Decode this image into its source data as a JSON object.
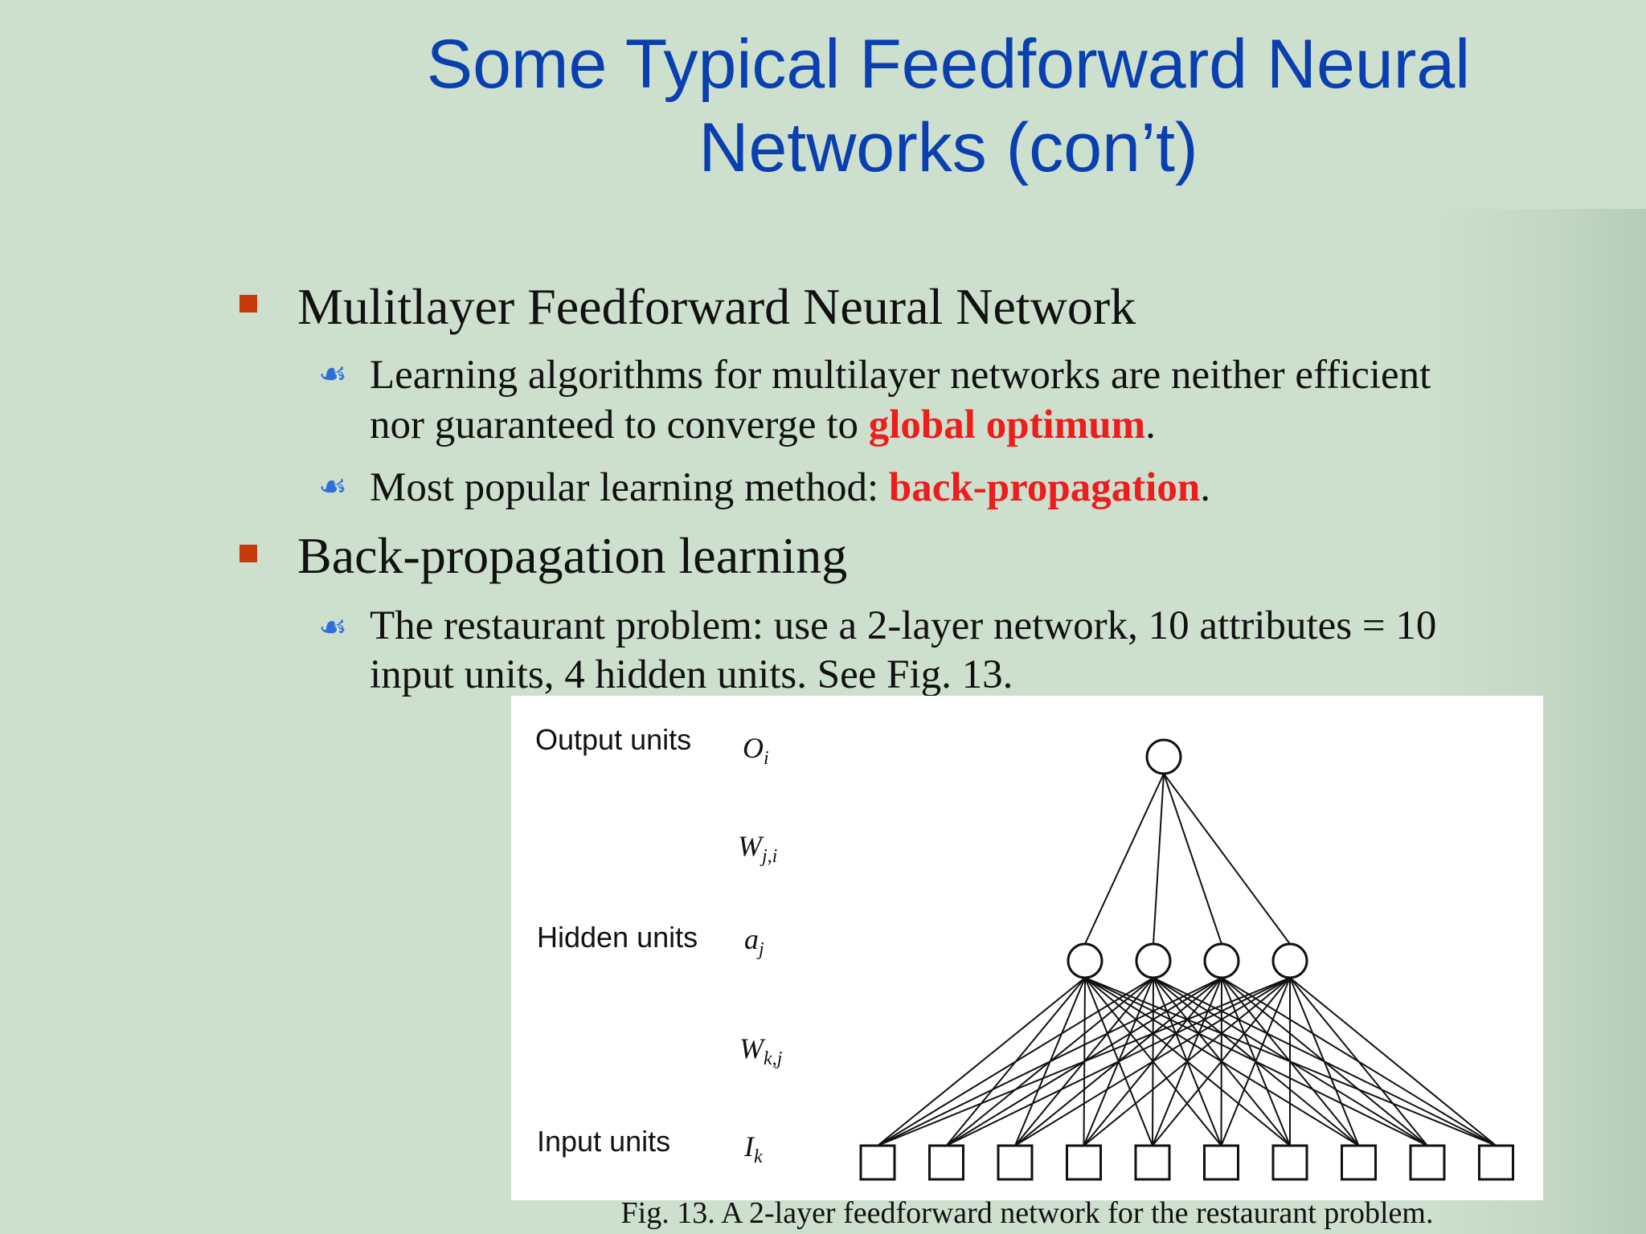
{
  "slide": {
    "title_line1": "Some Typical Feedforward Neural",
    "title_line2": "Networks (con’t)"
  },
  "bullets": [
    {
      "text": "Mulitlayer Feedforward Neural Network",
      "subs": [
        {
          "line1": "Learning algorithms for multilayer networks are neither efficient",
          "line2_pre": "nor guaranteed to converge to ",
          "line2_em": "global optimum",
          "line2_post": "."
        },
        {
          "pre": "Most popular learning method: ",
          "em": "back-propagation",
          "post": "."
        }
      ]
    },
    {
      "text": "Back-propagation learning",
      "subs": [
        {
          "line1": "The restaurant problem: use a 2-layer network, 10 attributes = 10",
          "line2": "input units, 4 hidden units. See Fig. 13."
        }
      ]
    }
  ],
  "figure": {
    "labels": {
      "output": "Output units",
      "hidden": "Hidden units",
      "input": "Input units"
    },
    "symbols": {
      "O": "O",
      "O_sub": "i",
      "Wji": "W",
      "Wji_sub": "j,i",
      "a": "a",
      "a_sub": "j",
      "Wkj": "W",
      "Wkj_sub": "k,j",
      "I": "I",
      "I_sub": "k"
    },
    "network": {
      "output_units": 1,
      "hidden_units": 4,
      "input_units": 10
    },
    "caption": "Fig. 13. A 2-layer feedforward network for the restaurant problem."
  },
  "colors": {
    "title": "#0a3fb0",
    "emphasis": "#ee1c1c",
    "bullet": "#c83a0c",
    "sub_bullet_icon": "#2f6fd8"
  }
}
